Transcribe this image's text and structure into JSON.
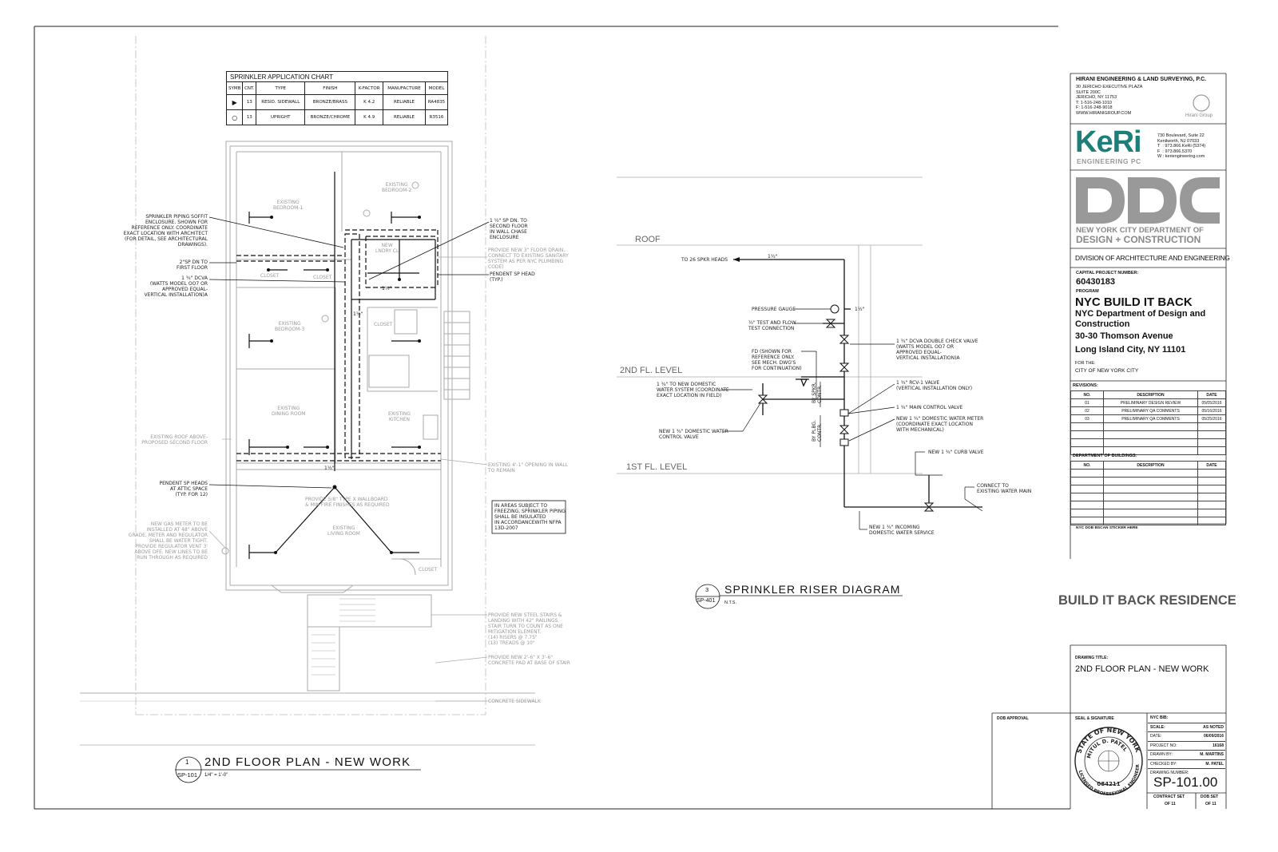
{
  "sprinkler_chart": {
    "title": "SPRINKLER APPLICATION CHART",
    "headers": [
      "SYMB",
      "CNT.",
      "TYPE",
      "FINISH",
      "K-FACTOR",
      "MANUFACTURE",
      "MODEL"
    ],
    "rows": [
      {
        "symbol": "▶",
        "count": "13",
        "type": "RESID. SIDEWALL",
        "finish": "BRONZE/BRASS",
        "k_factor": "K 4.2",
        "manufacture": "RELIABLE",
        "model": "RA4835"
      },
      {
        "symbol": "○",
        "count": "13",
        "type": "UPRIGHT",
        "finish": "BRONZE/CHROME",
        "k_factor": "K 4.9",
        "manufacture": "RELIABLE",
        "model": "R3516"
      }
    ]
  },
  "floor_plan": {
    "rooms": {
      "bedroom1": "EXISTING\nBEDROOM-1",
      "bedroom2": "EXISTING\nBEDROOM-2",
      "bedroom3": "EXISTING\nBEDROOM-3",
      "laundry": "NEW\nLNDRY CL",
      "closet1": "CLOSET",
      "closet2": "CLOSET",
      "closet3": "CLOSET",
      "closet4": "CLOSET",
      "dining": "EXISTING\nDINING ROOM",
      "kitchen": "EXISTING\nKITCHEN",
      "living": "EXISTING\nLIVING ROOM"
    },
    "annotations": {
      "soffit": "SPRINKLER PIPING SOFFIT\nENCLOSURE. SHOWN FOR\nREFERENCE ONLY. COORDINATE\nEXACT LOCATION WITH ARCHITECT\n(FOR DETAIL, SEE ARCHITECTURAL\nDRAWINGS).",
      "sp_dn_first": "2\"SP DN TO\nFIRST FLOOR",
      "dcva": "1 ¾\" DCVA\n(WATTS MODEL OO7 OR\nAPPROVED EQUAL-\nVERTICAL INSTALLATION)A",
      "sp_dn_second": "1 ½\" SP DN. TO\nSECOND FLOOR\nIN WALL CHASE\nENCLOSURE",
      "floor_drain": "PROVIDE NEW 3\" FLOOR DRAIN,\nCONNECT TO EXISTING SANITARY\nSYSTEM AS PER NYC PLUMBING\nCODE)",
      "pendent_head": "PENDENT SP HEAD\n(TYP.)",
      "roof_above": "EXISTING ROOF ABOVE-\nPROPOSED SECOND FLOOR",
      "opening": "EXISTING 4'-1\" OPENING IN WALL\nTO REMAIN",
      "pendent_attic": "PENDENT SP HEADS\nAT ATTIC SPACE\n(TYP. FOR 12)",
      "wallboard": "PROVIDE 5/8\" TYPE X WALLBOARD\n& MIN FIRE FINISHES AS REQUIRED",
      "freezing_note": "IN AREAS SUBJECT TO\nFREEZING, SPRINKLER PIPING\nSHALL BE INSULATED\nIN ACCORDANCEWITH NFPA\n13D-2007",
      "gas_meter": "NEW GAS METER TO BE\nINSTALLED AT 48\" ABOVE\nGRADE, METER AND REGULATOR\nSHALL BE WATER TIGHT.\nPROVIDE REGULATOR VENT 3'\nABOVE DFE. NEW LINES TO BE\nRUN THROUGH AS REQUIRED",
      "steel_stairs": "PROVIDE NEW STEEL STAIRS &\nLANDING WITH 42\" RAILINGS.\nSTAIR TURN TO COUNT AS ONE\nMITIGATION ELEMENT.\n(14) RISERS @ 7.75\"\n(13) TREADS @ 10\"",
      "concrete_pad": "PROVIDE NEW 2'-6\" X 3'-6\"\nCONCRETE PAD AT BASE OF STAIR",
      "sidewalk": "CONCRETE SIDEWALK",
      "pipe_1_half": "1½\"",
      "pipe_1_half_b": "1½\"",
      "pipe_1_half_c": "1½\""
    },
    "title": {
      "number": "1",
      "sheet_ref": "SP-101",
      "name": "2ND FLOOR PLAN - NEW WORK",
      "scale": "1/4\" = 1'-0\""
    }
  },
  "riser": {
    "levels": {
      "roof": "ROOF",
      "second": "2ND FL. LEVEL",
      "first": "1ST FL. LEVEL"
    },
    "labels": {
      "to_heads": "TO 26 SPKR HEADS",
      "size_top": "1½\"",
      "pressure_gauge": "PRESSURE GAUGE",
      "size_gauge": "1½\"",
      "test_flow": "½\" TEST AND FLOW\nTEST CONNECTION",
      "fd_note": "FD (SHOWN FOR\nREFERENCE ONLY.\nSEE MECH. DWG'S\nFOR CONTINUATION)",
      "dcva": "1 ¾\" DCVA DOUBLE CHECK VALVE\n(WATTS MODEL OO7 OR\nAPPROVED EQUAL-\nVERTICAL INSTALLATION)A",
      "domestic": "1 ¾\" TO NEW DOMESTIC\nWATER SYSTEM (COORDINATE\nEXACT LOCATION IN FIELD)",
      "rcv": "1 ¾\" RCV-1 VALVE\n(VERTICAL INSTALLATION ONLY)",
      "main_control": "1 ¾\" MAIN CONTROL VALVE",
      "meter": "NEW 1 ¾\" DOMESTIC WATER METER\n(COORDINATE EXACT LOCATION\nWITH MECHANICAL)",
      "domestic_control": "NEW 1 ¾\" DOMESTIC WATER\nCONTROL VALVE",
      "by_spkr": "BY SPKR.\nCONTR.",
      "by_plbg": "BY PLBG.\nCONTR.",
      "curb_valve": "NEW 1 ¾\" CURB VALVE",
      "water_main": "CONNECT TO\nEXISTING WATER MAIN",
      "incoming": "NEW 1 ¾\" INCOMING\nDOMESTIC WATER SERVICE"
    },
    "title": {
      "number": "3",
      "sheet_ref": "SP-401",
      "name": "SPRINKLER RISER DIAGRAM",
      "scale": "N.T.S."
    }
  },
  "title_block": {
    "hirani": {
      "name": "HIRANI ENGINEERING & LAND SURVEYING, P.C.",
      "lines": "30 JERICHO EXECUTIVE PLAZA\nSUITE 200C\nJERICHO, NY 11753\nT: 1-516-248-1010\nF: 1-516-248-9018\nWWW.HIRANIGROUP.COM",
      "group": "Hirani Group"
    },
    "keri": {
      "logo": "KeRi",
      "sub": "ENGINEERING PC",
      "address": "730 Boulevard, Suite 22\nKenilworth, NJ 07033\nT  : 973.866.KeRi (5374)\nF  : 973.866.5370\nW : keriengineering.com"
    },
    "ddc": {
      "logo": "DDC",
      "line1": "NEW YORK CITY DEPARTMENT OF",
      "line2": "DESIGN + CONSTRUCTION"
    },
    "division": "DIVISION OF ARCHITECTURE AND ENGINEERING",
    "capital_label": "CAPITAL PROJECT NUMBER:",
    "capital_number": "60430183",
    "program_label": "PROGRAM",
    "program": "NYC BUILD IT BACK",
    "dept": "NYC Department of Design and Construction",
    "address1": "30-30 Thomson Avenue",
    "address2": "Long Island City, NY 11101",
    "for_label": "FOR THE:",
    "for_value": "CITY OF NEW YORK CITY",
    "revisions_label": "REVISIONS:",
    "rev_headers": [
      "NO.",
      "DESCRIPTION",
      "DATE"
    ],
    "revisions": [
      {
        "no": "01",
        "desc": "PRELIMINARY DESIGN REVIEW",
        "date": "05/05/2016"
      },
      {
        "no": "02",
        "desc": "PRELIMINARY QA COMMENTS",
        "date": "05/16/2016"
      },
      {
        "no": "03",
        "desc": "PRELIMINARY QA COMMENTS",
        "date": "05/25/2016"
      }
    ],
    "dob_label": "DEPARTMENT OF BUILDINGS:",
    "dob_headers": [
      "NO.",
      "DESCRIPTION",
      "DATE"
    ],
    "sticker": "NYC DOB BSCAN STICKER HERE",
    "residence": "BUILD IT BACK RESIDENCE",
    "drawing_title_label": "DRAWING TITLE:",
    "drawing_title": "2ND FLOOR PLAN - NEW WORK",
    "dob_approval": "DOB APPROVAL",
    "seal_label": "SEAL & SIGNATURE",
    "seal_text_top": "STATE OF NEW YORK",
    "seal_name": "MITUL D. PATEL",
    "seal_number": "084211",
    "seal_text_bottom": "LICENSED PROFESSIONAL ENGINEER",
    "fields": [
      {
        "label": "NYC BIB:",
        "value": ""
      },
      {
        "label": "SCALE:",
        "value": "AS NOTED"
      },
      {
        "label": "DATE:",
        "value": "06/09/2016"
      },
      {
        "label": "PROJECT NO:",
        "value": "16168"
      },
      {
        "label": "DRAWN BY:",
        "value": "M. MARTINS"
      },
      {
        "label": "CHECKED BY:",
        "value": "M. PATEL"
      },
      {
        "label": "DRAWING NUMBER:",
        "value": ""
      }
    ],
    "drawing_number": "SP-101.00",
    "contract_label": "CONTRACT SET",
    "contract_of": "OF 11",
    "dob_set_label": "DOB SET",
    "dob_set_of": "OF 11"
  }
}
